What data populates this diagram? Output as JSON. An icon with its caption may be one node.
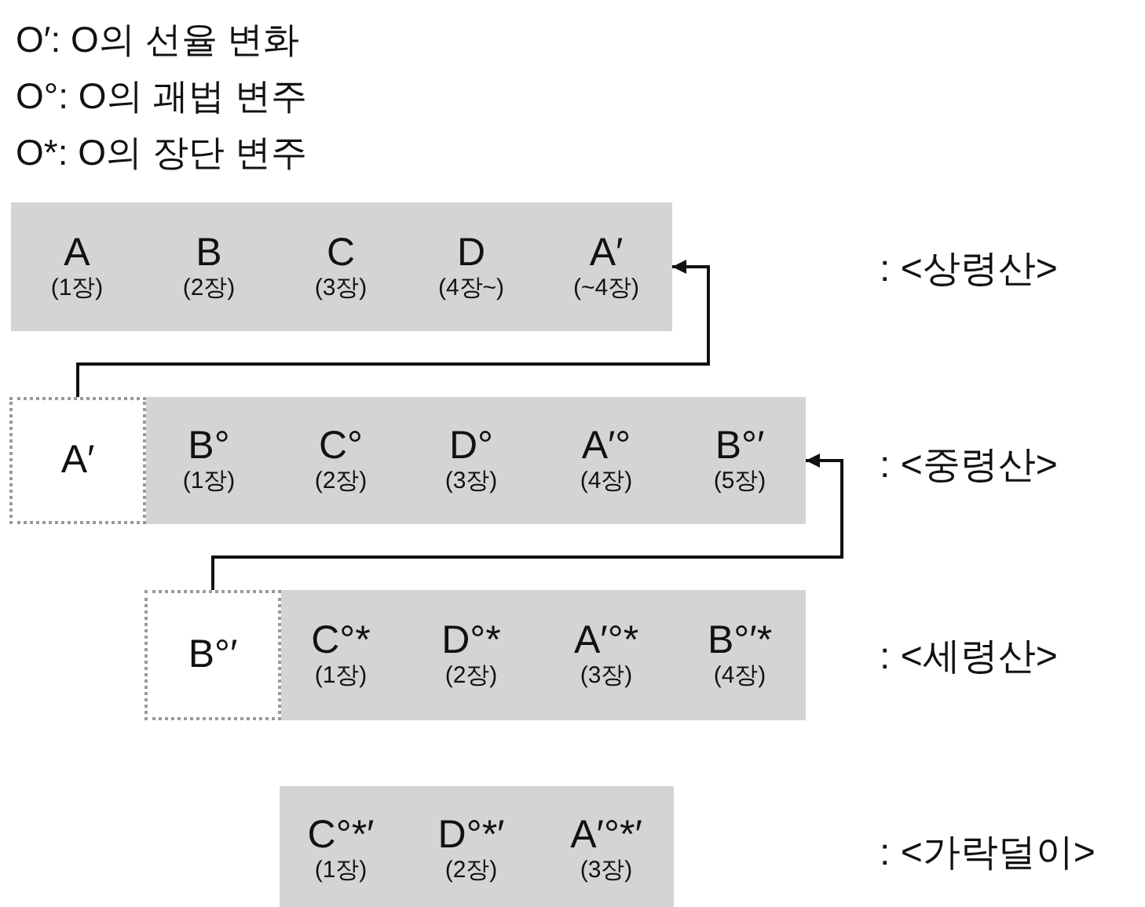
{
  "diagram": {
    "nodes": [
      {
        "text": [],
        "shape": "bar"
      },
      {
        "text": [
          "A",
          "(1장)"
        ],
        "in": 0
      },
      {
        "text": [
          "B",
          "(2장)"
        ],
        "in": 0
      },
      {
        "text": [
          "C",
          "(3장)"
        ],
        "in": 0
      },
      {
        "text": [
          "D",
          "(4장~)"
        ],
        "in": 0
      },
      {
        "text": [
          "A′",
          "(~4장)"
        ],
        "in": 0
      },
      {
        "text": [
          "A′"
        ]
      },
      {
        "text": [],
        "shape": "bar"
      },
      {
        "text": [
          "B°",
          "(1장)"
        ],
        "in": 7
      },
      {
        "text": [
          "C°",
          "(2장)"
        ],
        "in": 7
      },
      {
        "text": [
          "D°",
          "(3장)"
        ],
        "in": 7
      },
      {
        "text": [
          "A′°",
          "(4장)"
        ],
        "in": 7
      },
      {
        "text": [
          "B°′",
          "(5장)"
        ],
        "in": 7
      },
      {
        "text": [
          "B°′"
        ]
      },
      {
        "text": [],
        "shape": "bar"
      },
      {
        "text": [
          "C°*",
          "(1장)"
        ],
        "in": 14
      },
      {
        "text": [
          "D°*",
          "(2장)"
        ],
        "in": 14
      },
      {
        "text": [
          "A′°*",
          "(3장)"
        ],
        "in": 14
      },
      {
        "text": [
          "B°′*",
          "(4장)"
        ],
        "in": 14
      },
      {
        "text": [],
        "shape": "bar"
      },
      {
        "text": [
          "C°*′",
          "(1장)"
        ],
        "in": 19
      },
      {
        "text": [
          "D°*′",
          "(2장)"
        ],
        "in": 19
      },
      {
        "text": [
          "A′°*′",
          "(3장)"
        ],
        "in": 19
      }
    ],
    "edges": [
      {
        "from": 6,
        "to": 0,
        "arrow": "to"
      },
      {
        "from": 13,
        "to": 7,
        "arrow": "to"
      }
    ],
    "labels": [
      "O′: O의 선율 변화",
      "O°: O의 괘법 변주",
      "O*: O의 장단 변주",
      ": <상령산>",
      ": <중령산>",
      ": <세령산>",
      ": <가락덜이>"
    ]
  }
}
